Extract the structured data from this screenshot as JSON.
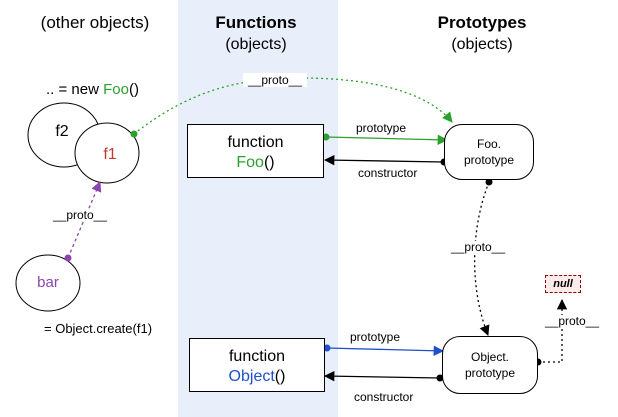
{
  "columns": {
    "other": {
      "title": "(other objects)"
    },
    "functions": {
      "title": "Functions",
      "subtitle": "(objects)"
    },
    "prototypes": {
      "title": "Prototypes",
      "subtitle": "(objects)"
    }
  },
  "objects": {
    "new_foo_expr": {
      "prefix": ".. = new ",
      "name": "Foo",
      "suffix": "()"
    },
    "f2": "f2",
    "f1": "f1",
    "bar": "bar",
    "create_expr": "= Object.create(f1)"
  },
  "functions": {
    "foo": {
      "keyword": "function",
      "name": "Foo",
      "suffix": "()"
    },
    "object": {
      "keyword": "function",
      "name": "Object",
      "suffix": "()"
    }
  },
  "prototypes": {
    "foo_prototype": {
      "line1": "Foo.",
      "line2": "prototype"
    },
    "object_prototype": {
      "line1": "Object.",
      "line2": "prototype"
    },
    "null": "null"
  },
  "links": {
    "proto_label": "__proto__",
    "prototype_label": "prototype",
    "constructor_label": "constructor"
  },
  "colors": {
    "functions_band": "#e9eefb",
    "green": "#2ca02c",
    "purple": "#8e44ad",
    "blue": "#1f4fd1",
    "orange": "#c0392b",
    "null_border": "#8b0000"
  }
}
